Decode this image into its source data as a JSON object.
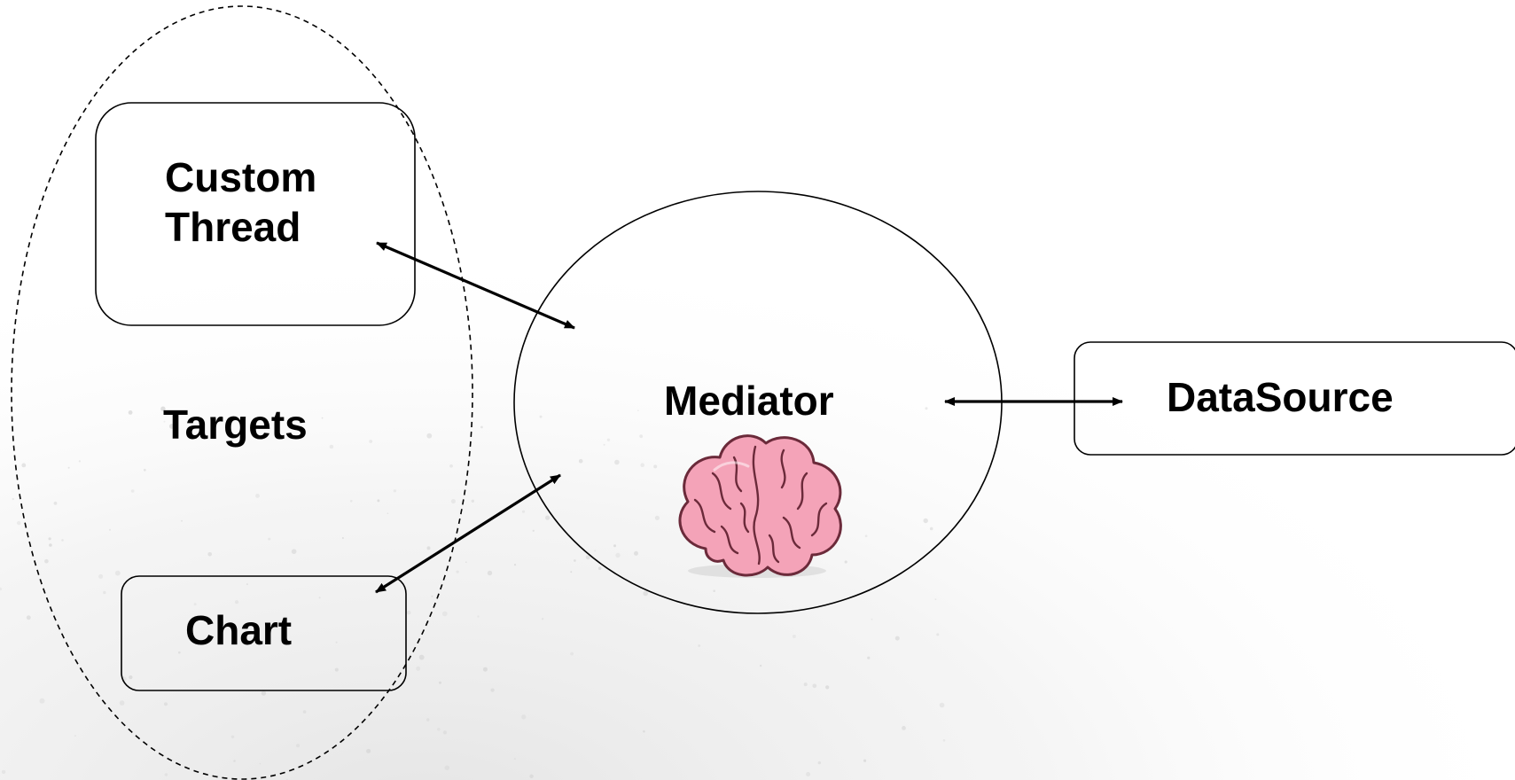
{
  "nodes": {
    "custom_thread": {
      "line1": "Custom",
      "line2": "Thread"
    },
    "targets": {
      "label": "Targets"
    },
    "chart": {
      "label": "Chart"
    },
    "mediator": {
      "label": "Mediator",
      "icon": "brain-icon"
    },
    "datasource": {
      "label": "DataSource"
    }
  },
  "edges": [
    {
      "from": "custom_thread",
      "to": "mediator",
      "style": "double-arrow"
    },
    {
      "from": "chart",
      "to": "mediator",
      "style": "double-arrow"
    },
    {
      "from": "mediator",
      "to": "datasource",
      "style": "double-arrow"
    }
  ],
  "colors": {
    "stroke": "#000000",
    "brain_fill": "#f4a3b8",
    "brain_outline": "#6b2a3a",
    "background": "#ffffff",
    "speckle": "#d6d6d6"
  }
}
